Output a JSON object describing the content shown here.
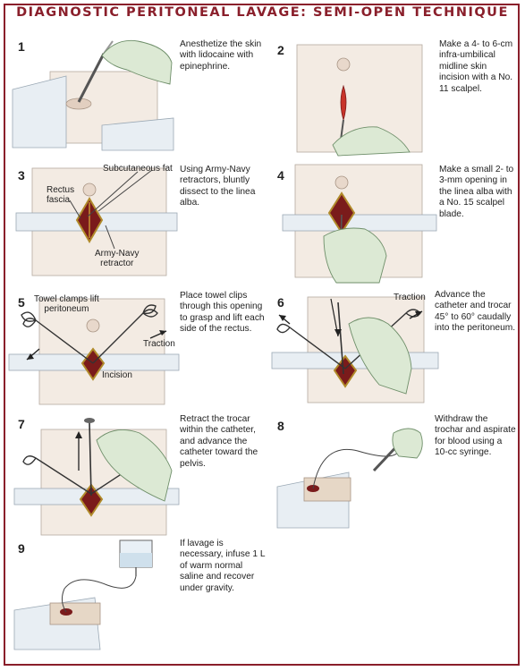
{
  "title": "DIAGNOSTIC PERITONEAL LAVAGE: SEMI-OPEN TECHNIQUE",
  "steps": [
    {
      "num": "1",
      "text": "Anesthetize the skin with lidocaine with epinephrine."
    },
    {
      "num": "2",
      "text": "Make a 4- to 6-cm infra-umbilical midline skin incision with a No. 11 scalpel."
    },
    {
      "num": "3",
      "text": "Using Army-Navy retractors, bluntly dissect to the linea alba."
    },
    {
      "num": "4",
      "text": "Make a small 2- to 3-mm opening in the linea alba with a No. 15 scalpel blade."
    },
    {
      "num": "5",
      "text": "Place towel clips through this opening to grasp and lift each side of the rectus."
    },
    {
      "num": "6",
      "text": "Advance the catheter and trocar 45° to 60° caudally into the peritoneum."
    },
    {
      "num": "7",
      "text": "Retract the trocar within the catheter, and advance the catheter toward the pelvis."
    },
    {
      "num": "8",
      "text": "Withdraw the trochar and aspirate for blood using a 10-cc syringe."
    },
    {
      "num": "9",
      "text": "If lavage is necessary, infuse 1 L of warm normal saline and recover under gravity."
    }
  ],
  "labels": {
    "subcutaneous_fat": "Subcutaneous fat",
    "rectus_fascia": "Rectus\nfascia",
    "army_navy_retractor": "Army-Navy\nretractor",
    "towel_clamps": "Towel clamps lift\nperitoneum",
    "traction_5": "Traction",
    "incision": "Incision",
    "traction_6": "Traction"
  },
  "colors": {
    "accent": "#8a1f2b",
    "glove": "#dce9d4",
    "skin": "#f3ebe3",
    "wound": "#7a1b1b"
  }
}
